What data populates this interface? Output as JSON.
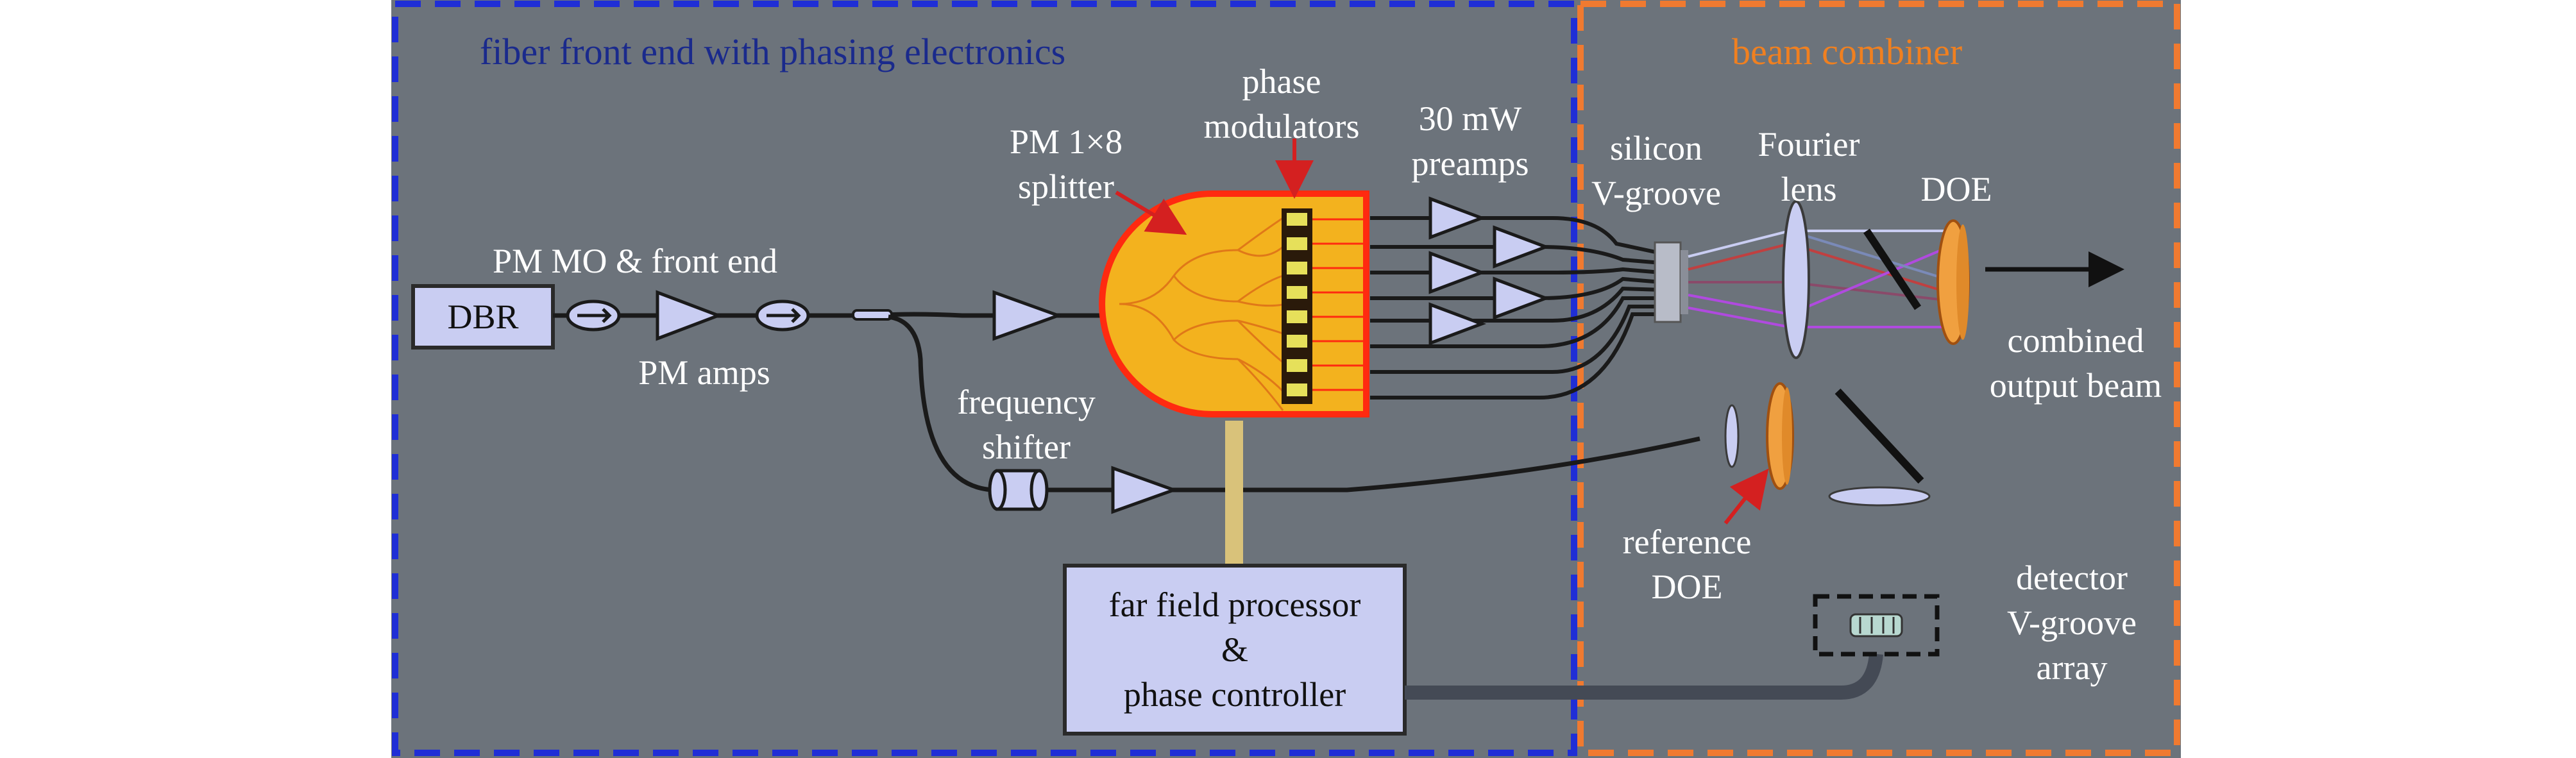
{
  "sections": {
    "left_title": "fiber front end with phasing electronics",
    "right_title": "beam combiner"
  },
  "components": {
    "dbr": "DBR",
    "pm_mo_front_end": "PM MO & front end",
    "pm_amps": "PM amps",
    "pm_splitter": [
      "PM 1×8",
      "splitter"
    ],
    "phase_modulators": [
      "phase",
      "modulators"
    ],
    "preamps": [
      "30 mW",
      "preamps"
    ],
    "silicon_vgroove": [
      "silicon",
      "V-groove"
    ],
    "fourier_lens": [
      "Fourier",
      "lens"
    ],
    "doe": "DOE",
    "combined_output": [
      "combined",
      "output beam"
    ],
    "frequency_shifter": [
      "frequency",
      "shifter"
    ],
    "reference_doe": [
      "reference",
      "DOE"
    ],
    "detector_array": [
      "detector",
      "V-groove",
      "array"
    ],
    "processor": [
      "far field processor",
      "&",
      "phase controller"
    ]
  },
  "colors": {
    "panel_fill": "#6c737b",
    "left_border": "#1f2ed6",
    "right_border": "#f07a30",
    "left_title": "#1a2a8c",
    "right_title": "#f08020",
    "component_fill": "#c9cdf2",
    "splitter_fill": "#f3b21e",
    "splitter_edge": "#ff2a10",
    "modulator_fill": "#e6e05a",
    "stalk": "#d9c27a",
    "arrow_red": "#d42020"
  }
}
